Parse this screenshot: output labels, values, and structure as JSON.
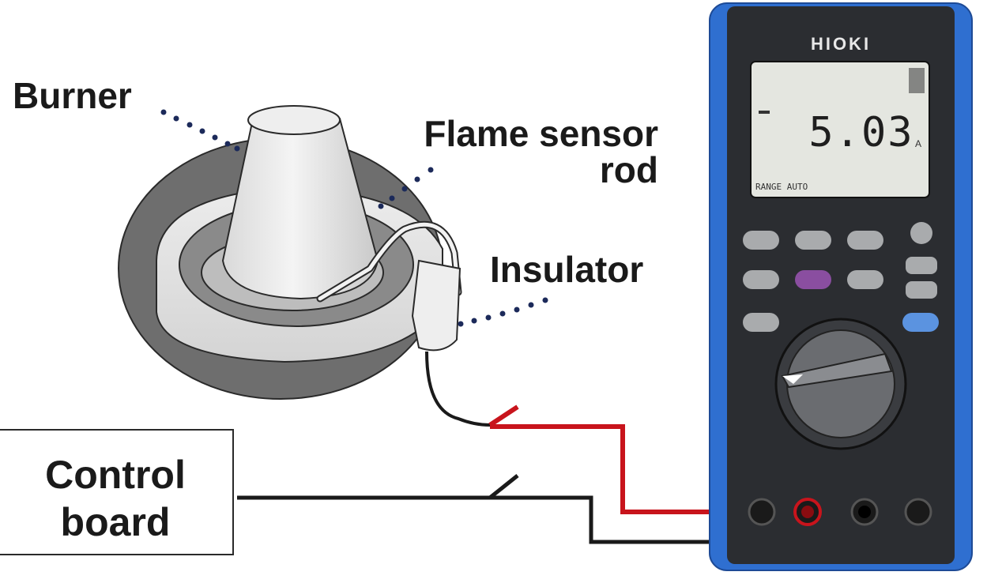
{
  "labels": {
    "burner": "Burner",
    "flame_sensor_line1": "Flame sensor",
    "flame_sensor_line2": "rod",
    "insulator": "Insulator",
    "control_board_line1": "Control",
    "control_board_line2": "board"
  },
  "meter": {
    "brand": "HIOKI",
    "reading": "5.03",
    "unit_glyph": "A",
    "lcd_status": "RANGE AUTO"
  },
  "colors": {
    "meter_body": "#2f6fd0",
    "meter_panel": "#2b2d31",
    "lcd": "#e4e6e0",
    "wire_red": "#c8141c",
    "wire_black": "#1a1a1a",
    "dots": "#1c2a5a"
  }
}
